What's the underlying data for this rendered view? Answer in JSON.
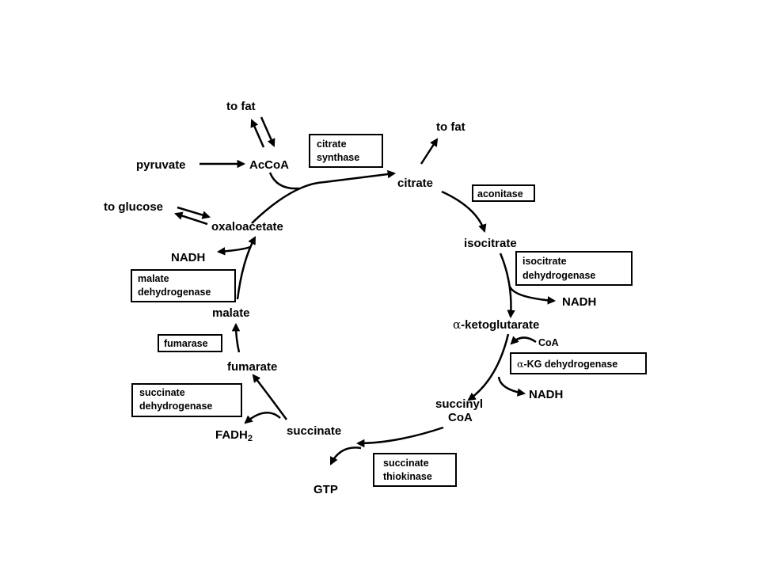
{
  "metabolites": {
    "pyruvate": "pyruvate",
    "accoa": "AcCoA",
    "to_fat_top": "to fat",
    "to_fat_right": "to fat",
    "citrate": "citrate",
    "isocitrate": "isocitrate",
    "nadh_isocitrate": "NADH",
    "alpha_symbol": "α",
    "alpha_kg_rest": "-ketoglutarate",
    "coa": "CoA",
    "nadh_akg": "NADH",
    "succinyl_line1": "succinyl",
    "succinyl_line2": "CoA",
    "gtp": "GTP",
    "succinate": "succinate",
    "fadh_main": "FADH",
    "fadh_sub": "2",
    "fumarate": "fumarate",
    "malate": "malate",
    "nadh_malate": "NADH",
    "oxaloacetate": "oxaloacetate",
    "to_glucose": "to glucose"
  },
  "enzymes": {
    "citrate_synthase": [
      "citrate",
      "synthase"
    ],
    "aconitase": "aconitase",
    "isocitrate_dh": [
      "isocitrate",
      "dehydrogenase"
    ],
    "akg_dh_alpha": "α",
    "akg_dh_rest": "-KG dehydrogenase",
    "succinate_thiokinase": [
      "succinate",
      "thiokinase"
    ],
    "succinate_dh": [
      "succinate",
      "dehydrogenase"
    ],
    "fumarase": "fumarase",
    "malate_dh": [
      "malate",
      "dehydrogenase"
    ]
  },
  "colors": {
    "ink": "#000000",
    "background": "#ffffff"
  }
}
